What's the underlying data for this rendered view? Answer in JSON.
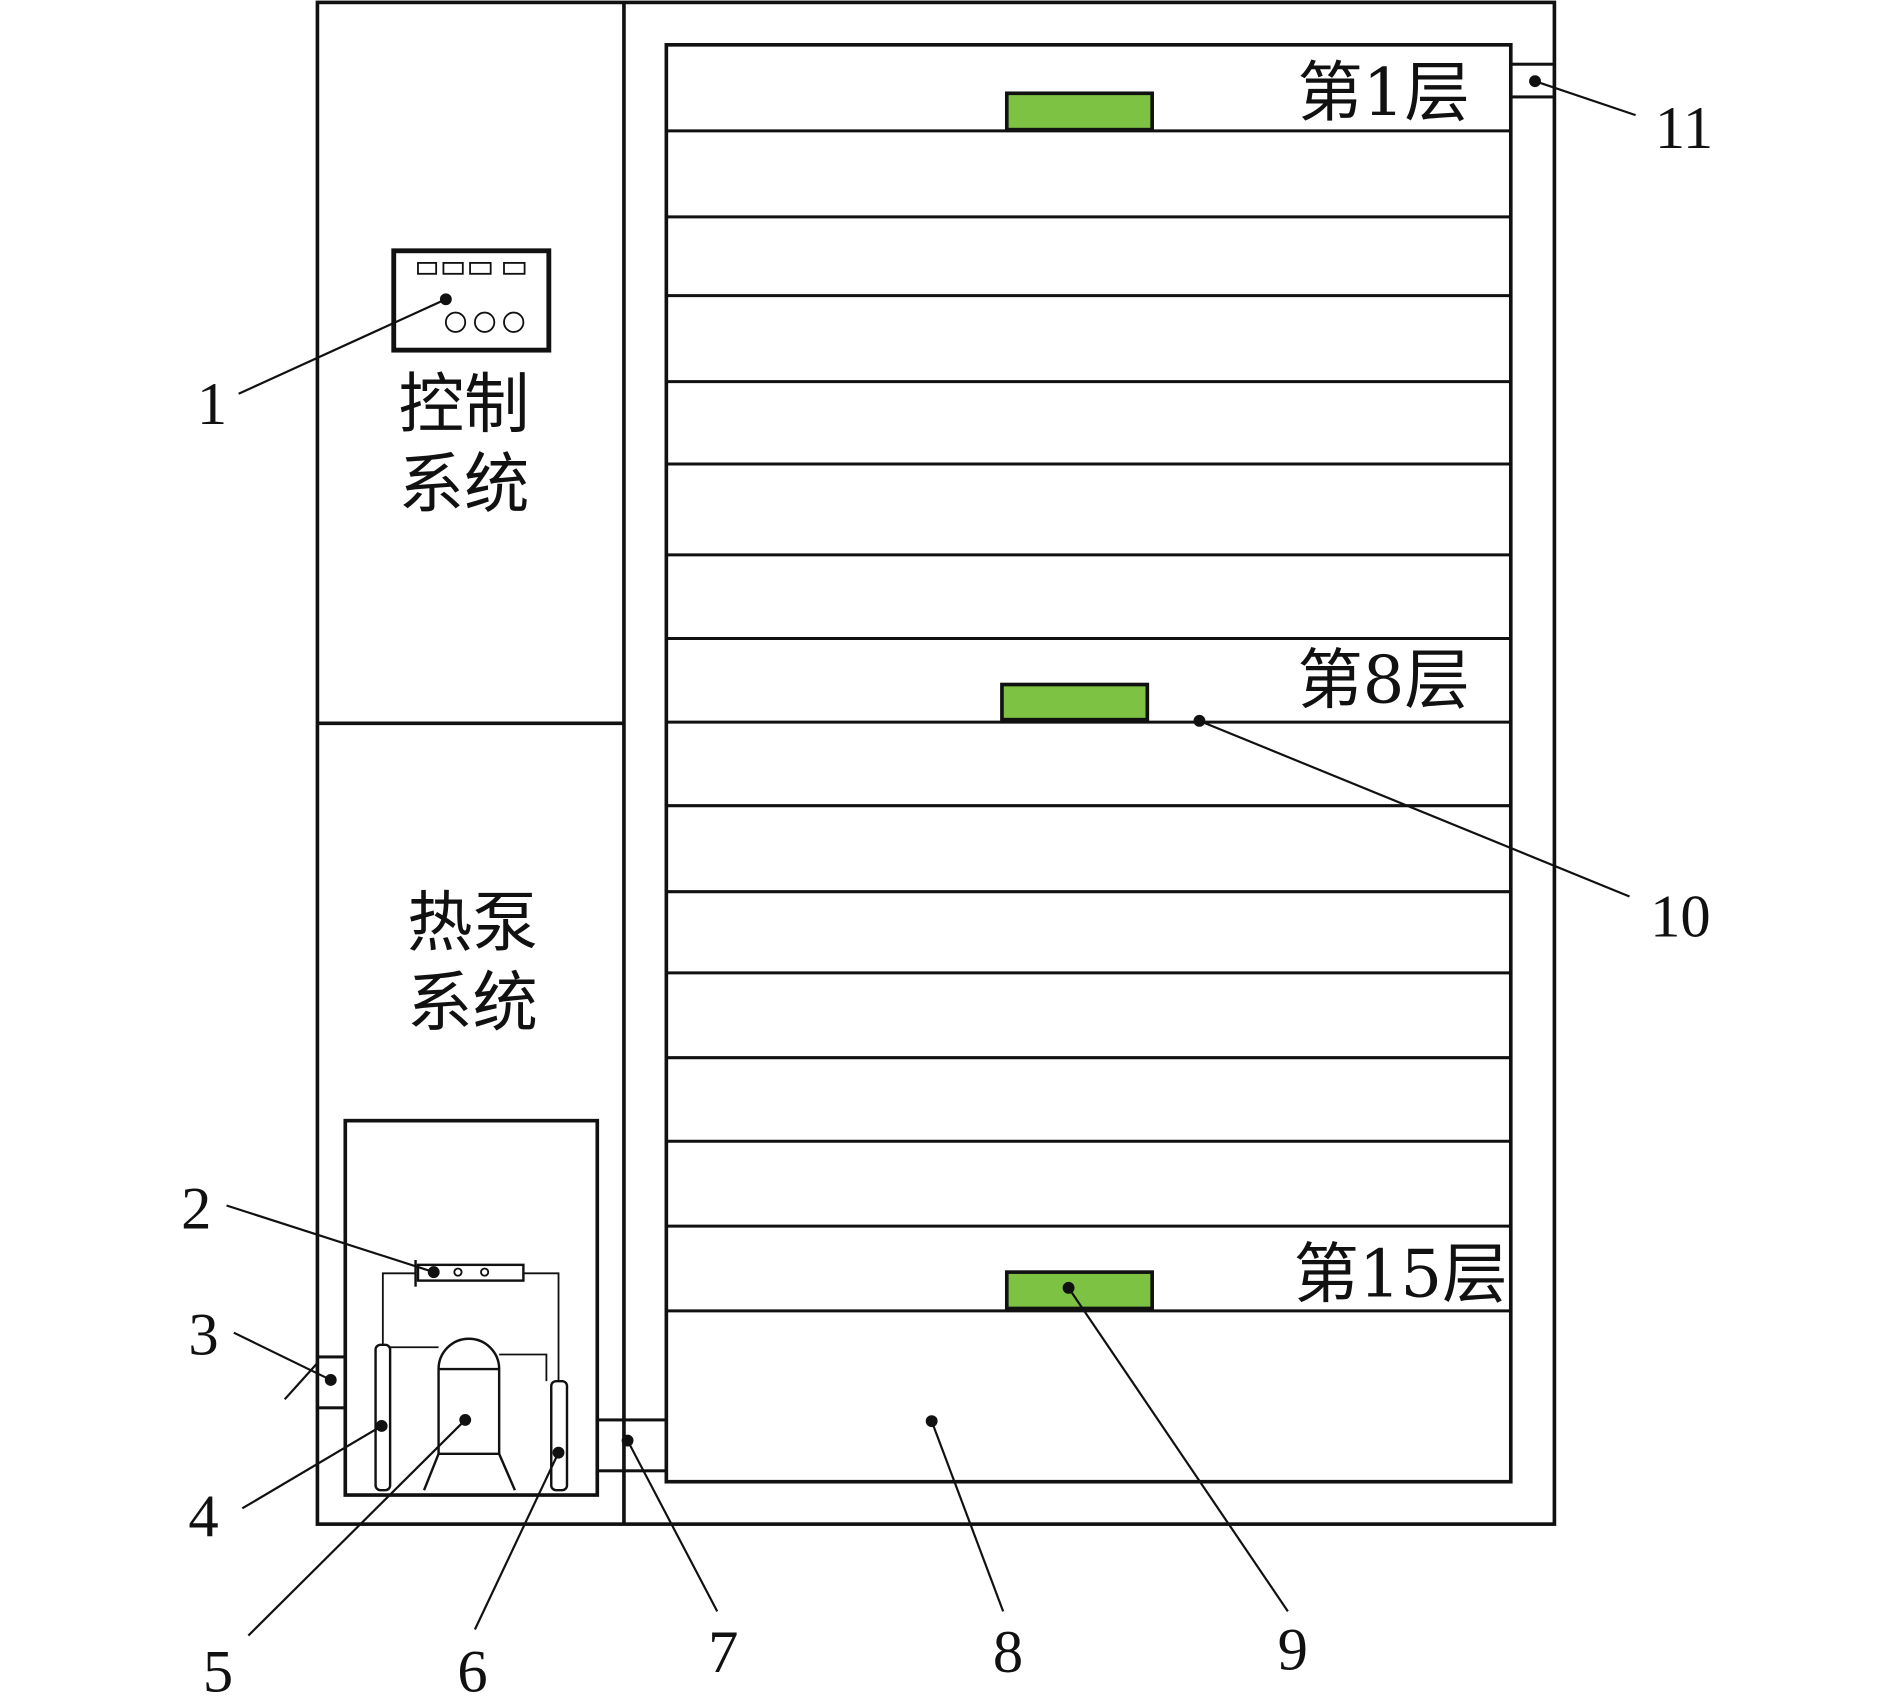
{
  "control_system": {
    "line1": "控制",
    "line2": "系统"
  },
  "heat_pump_system": {
    "line1": "热泵",
    "line2": "系统"
  },
  "layers": {
    "first": "第1层",
    "eighth": "第8层",
    "fifteenth": "第15层"
  },
  "callouts": [
    "1",
    "2",
    "3",
    "4",
    "5",
    "6",
    "7",
    "8",
    "9",
    "10",
    "11"
  ],
  "colors": {
    "sample_tray": "#7dc242",
    "line": "#111111"
  }
}
